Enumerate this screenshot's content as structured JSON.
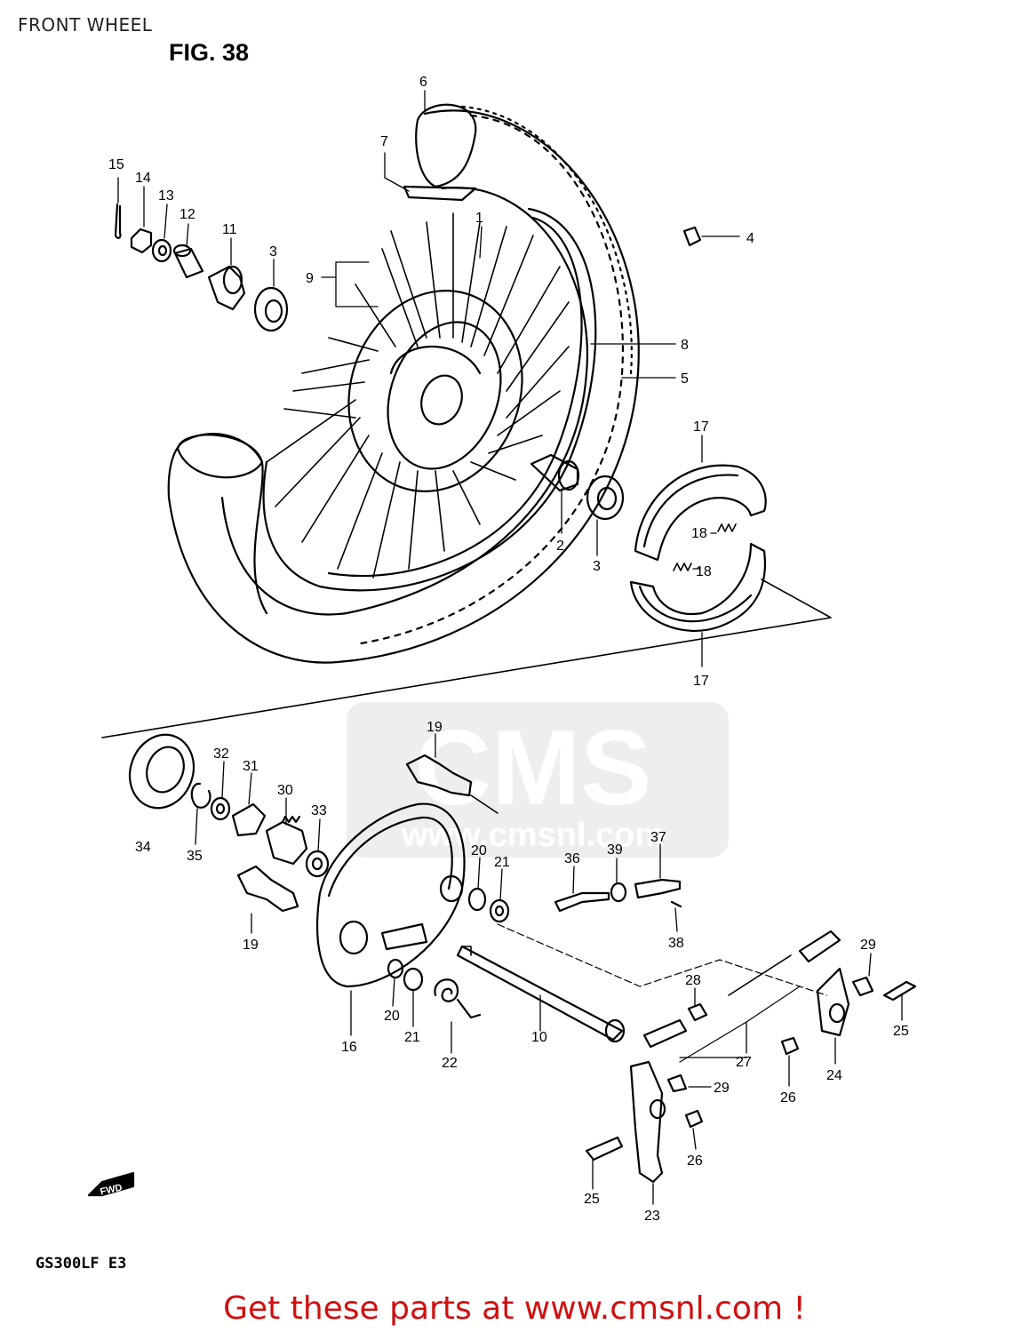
{
  "header": {
    "page_title": "FRONT WHEEL",
    "figure_label": "FIG. 38"
  },
  "diagram": {
    "callouts": [
      "1",
      "2",
      "3",
      "3",
      "4",
      "5",
      "6",
      "7",
      "8",
      "9",
      "10",
      "11",
      "12",
      "13",
      "14",
      "15",
      "16",
      "17",
      "17",
      "18",
      "18",
      "19",
      "19",
      "20",
      "20",
      "21",
      "21",
      "22",
      "23",
      "24",
      "25",
      "25",
      "26",
      "26",
      "27",
      "28",
      "29",
      "29",
      "30",
      "31",
      "32",
      "33",
      "34",
      "35",
      "36",
      "37",
      "38",
      "39"
    ],
    "forward_marker": "FWD",
    "watermark": "CMS www.cmsnl.com"
  },
  "footer": {
    "model_label": "GS300LF E3",
    "cta_text": "Get these parts at www.cmsnl.com !"
  }
}
